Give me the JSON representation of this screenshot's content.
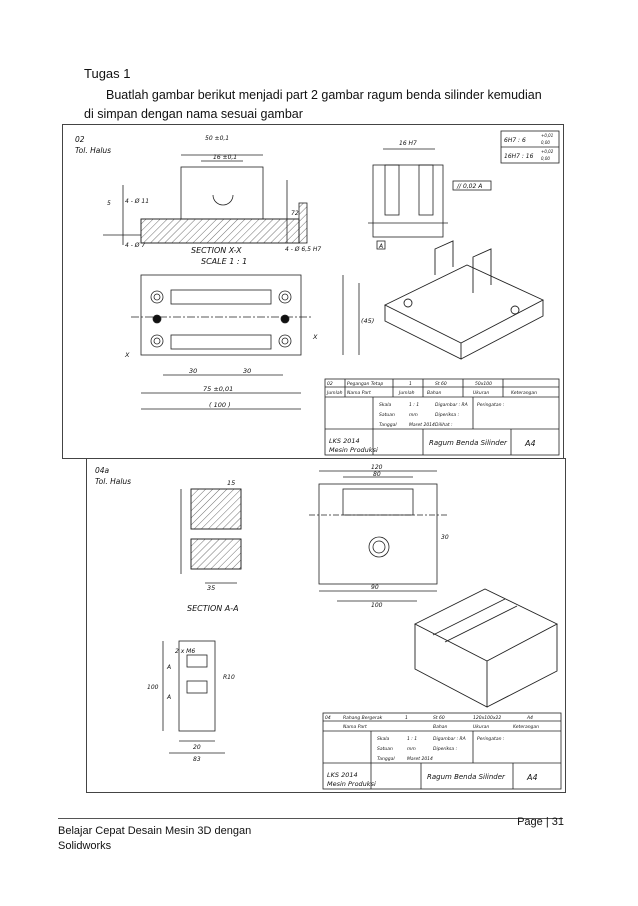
{
  "document": {
    "heading": "Tugas 1",
    "paragraph_line1": "Buatlah gambar berikut menjadi part 2 gambar ragum benda silinder kemudian",
    "paragraph_line2": "di simpan dengan nama sesuai gambar"
  },
  "drawing1": {
    "part_no": "02",
    "tolerance_label": "Tol. Halus",
    "dim_50": "50 ±0,1",
    "dim_16": "16 ±0,1",
    "dim_16h7": "16 H7",
    "hole_4_11": "4 - Ø 11",
    "hole_4_7": "4 - Ø 7",
    "hole_4_65": "4 - Ø 6,5 H7",
    "dim_72": "72",
    "dim_5": "5",
    "section_title": "SECTION X-X",
    "scale_label": "SCALE 1 : 1",
    "fit_6h7": "6H7 :  6",
    "fit_6h7_tol_upper": "+0,01",
    "fit_6h7_tol_lower": "0,00",
    "fit_16h7": "16H7 :  16",
    "fit_16h7_tol_upper": "+0,02",
    "fit_16h7_tol_lower": "0,00",
    "gdt_parallel": "//  0,02  A",
    "datum_a": "A",
    "mark_x1": "X",
    "mark_x2": "X",
    "dim_45": "(45)",
    "dim_30a": "30",
    "dim_30b": "30",
    "dim_75": "75 ±0,01",
    "dim_100": "( 100 )",
    "tb_col1": "Jumlah",
    "tb_col2": "Nama Part",
    "tb_col3": "Jumlah",
    "tb_col4": "Bahan",
    "tb_col5": "Ukuran",
    "tb_col6": "Keterangan",
    "tb_qty": "1",
    "tb_partno": "02",
    "tb_partname": "Pegangan Tetap",
    "tb_material": "St 60",
    "tb_size": "50x100",
    "tb_scale_label": "Skala",
    "tb_scale_value": "1 : 1",
    "tb_unit_label": "Satuan",
    "tb_unit_value": "mm",
    "tb_date_label": "Tanggal",
    "tb_date_value": "Maret 2014",
    "tb_drawn": "Digambar : RA",
    "tb_checked": "Diperiksa :",
    "tb_approved": "Dilihat :",
    "tb_notes": "Peringatan :",
    "tb_event_1": "LKS 2014",
    "tb_event_2": "Mesin Produksi",
    "tb_title": "Ragum Benda Silinder",
    "tb_size_code": "A4"
  },
  "drawing2": {
    "part_no": "04a",
    "tolerance_label": "Tol. Halus",
    "section_title": "SECTION A-A",
    "dim_15": "15",
    "dim_120": "120",
    "dim_80": "80",
    "dim_90": "90",
    "dim_100": "100",
    "dim_100b": "100",
    "dim_30": "30",
    "dim_20": "20",
    "dim_35": "35",
    "dim_83": "83",
    "dim_r10": "R10",
    "thread": "2 x M6",
    "mark_a1": "A",
    "mark_a2": "A",
    "tb_partno": "04",
    "tb_partname": "Rahang Bergerak",
    "tb_qty": "1",
    "tb_material": "St 60",
    "tb_size": "120x100x22",
    "tb_size_code": "A4",
    "tb_col2": "Nama Part",
    "tb_col4": "Bahan",
    "tb_col5": "Ukuran",
    "tb_col6": "Keterangan",
    "tb_scale_label": "Skala",
    "tb_scale_value": "1 : 1",
    "tb_unit_label": "Satuan",
    "tb_unit_value": "mm",
    "tb_date_label": "Tanggal",
    "tb_date_value": "Maret 2014",
    "tb_drawn": "Digambar : RA",
    "tb_checked": "Diperiksa :",
    "tb_notes": "Peringatan :",
    "tb_event_1": "LKS 2014",
    "tb_event_2": "Mesin Produksi",
    "tb_title": "Ragum Benda Silinder"
  },
  "footer": {
    "left_line1": "Belajar Cepat Desain Mesin 3D dengan",
    "left_line2": "Solidworks",
    "page": "Page | 31"
  }
}
